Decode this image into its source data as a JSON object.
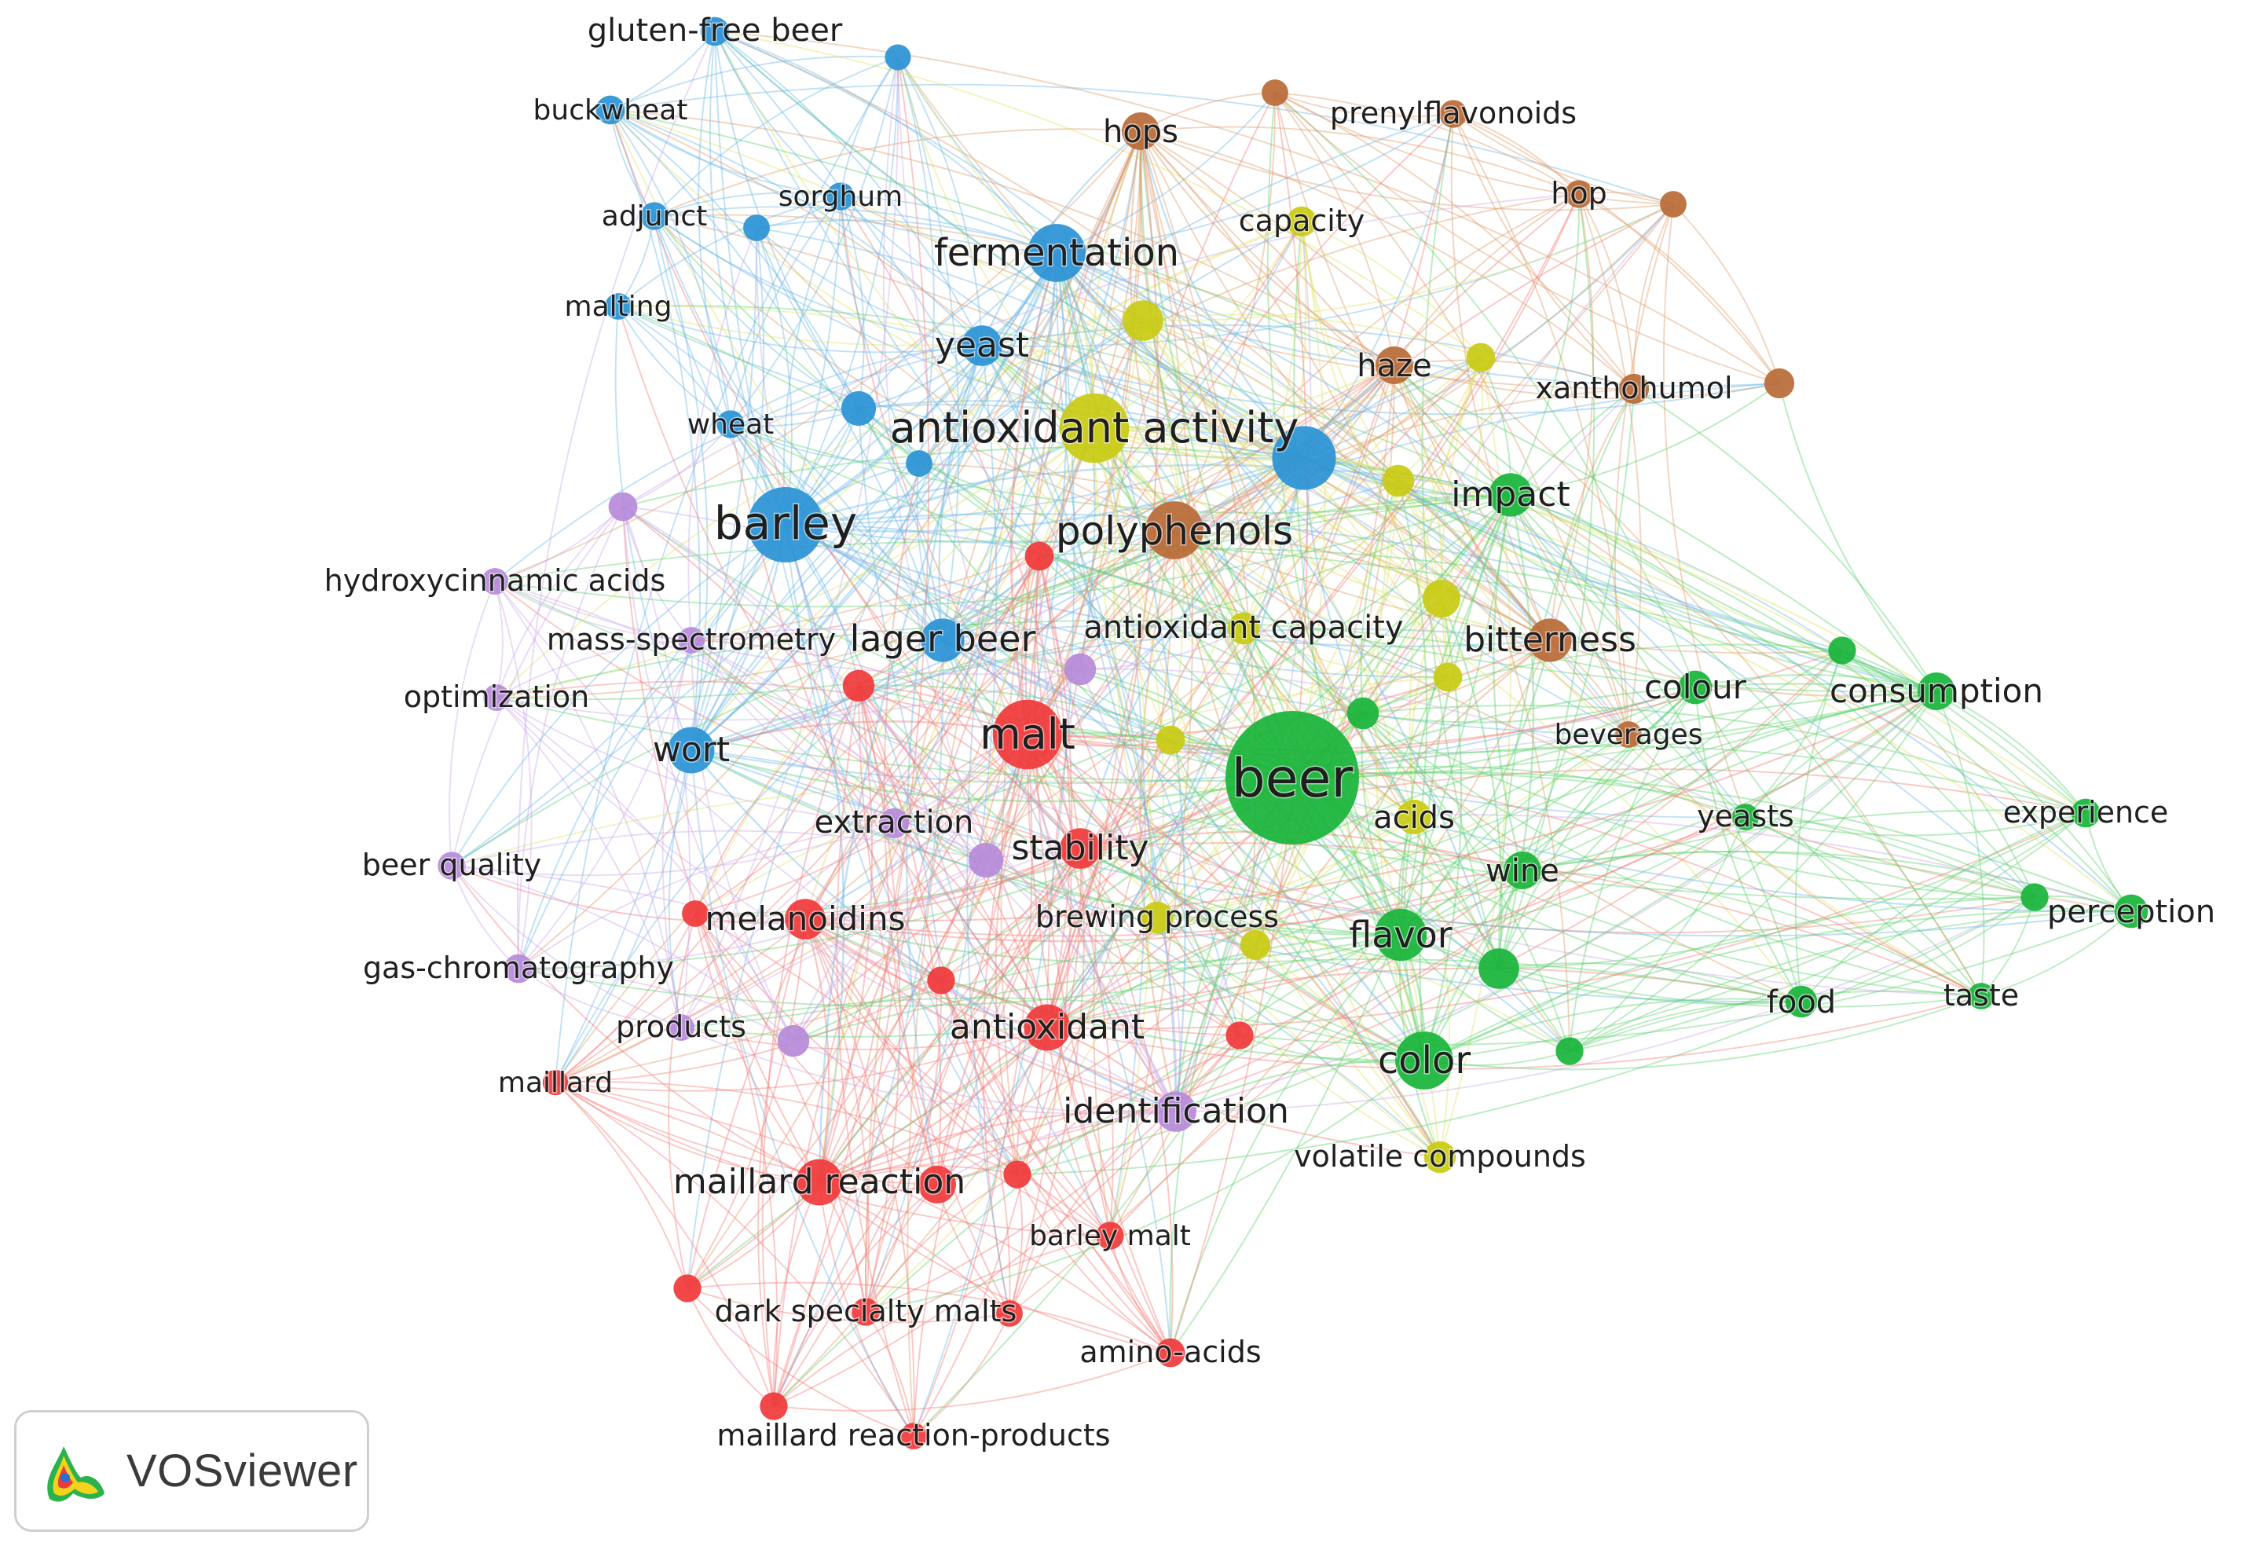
{
  "app": {
    "name": "VOSviewer"
  },
  "clusters": {
    "blue": "#2a93d5",
    "green": "#18b43a",
    "red": "#f0383a",
    "yellow": "#c9cb12",
    "brown": "#b86a37",
    "purple": "#b68ad9"
  },
  "link_colors": {
    "blue": "#6bb7e8",
    "green": "#5dd16d",
    "red": "#f47c76",
    "yellow": "#e0e36a",
    "brown": "#dd9a6a",
    "purple": "#caa9e8"
  },
  "nodes": [
    {
      "id": "gluten-free beer",
      "label": "gluten-free beer",
      "cluster": "blue",
      "weight": 2
    },
    {
      "id": "n-blue-1",
      "label": "",
      "cluster": "blue",
      "weight": 1.5
    },
    {
      "id": "buckwheat",
      "label": "buckwheat",
      "cluster": "blue",
      "weight": 2
    },
    {
      "id": "adjunct",
      "label": "adjunct",
      "cluster": "blue",
      "weight": 1.8
    },
    {
      "id": "sorghum",
      "label": "sorghum",
      "cluster": "blue",
      "weight": 1.8
    },
    {
      "id": "n-blue-2",
      "label": "",
      "cluster": "blue",
      "weight": 1.6
    },
    {
      "id": "malting",
      "label": "malting",
      "cluster": "blue",
      "weight": 1.6
    },
    {
      "id": "fermentation",
      "label": "fermentation",
      "cluster": "blue",
      "weight": 7
    },
    {
      "id": "yeast",
      "label": "yeast",
      "cluster": "blue",
      "weight": 4
    },
    {
      "id": "n-blue-3",
      "label": "",
      "cluster": "blue",
      "weight": 3
    },
    {
      "id": "wheat",
      "label": "wheat",
      "cluster": "blue",
      "weight": 1.8
    },
    {
      "id": "n-blue-4",
      "label": "",
      "cluster": "blue",
      "weight": 1.6
    },
    {
      "id": "n-blue-5",
      "label": "",
      "cluster": "blue",
      "weight": 8
    },
    {
      "id": "barley",
      "label": "barley",
      "cluster": "blue",
      "weight": 10
    },
    {
      "id": "lager beer",
      "label": "lager beer",
      "cluster": "blue",
      "weight": 4.5
    },
    {
      "id": "wort",
      "label": "wort",
      "cluster": "blue",
      "weight": 5
    },
    {
      "id": "hops",
      "label": "hops",
      "cluster": "brown",
      "weight": 3.5
    },
    {
      "id": "n-brown-1",
      "label": "",
      "cluster": "brown",
      "weight": 1.6
    },
    {
      "id": "prenylflavonoids",
      "label": "prenylflavonoids",
      "cluster": "brown",
      "weight": 1.8
    },
    {
      "id": "hop",
      "label": "hop",
      "cluster": "brown",
      "weight": 1.8
    },
    {
      "id": "n-brown-2",
      "label": "",
      "cluster": "brown",
      "weight": 1.6
    },
    {
      "id": "haze",
      "label": "haze",
      "cluster": "brown",
      "weight": 3.5
    },
    {
      "id": "xanthohumol",
      "label": "xanthohumol",
      "cluster": "brown",
      "weight": 2.2
    },
    {
      "id": "n-brown-3",
      "label": "",
      "cluster": "brown",
      "weight": 2.2
    },
    {
      "id": "polyphenols",
      "label": "polyphenols",
      "cluster": "brown",
      "weight": 7
    },
    {
      "id": "bitterness",
      "label": "bitterness",
      "cluster": "brown",
      "weight": 4.5
    },
    {
      "id": "beverages",
      "label": "beverages",
      "cluster": "brown",
      "weight": 1.6
    },
    {
      "id": "capacity",
      "label": "capacity",
      "cluster": "yellow",
      "weight": 2.2
    },
    {
      "id": "n-yellow-1",
      "label": "",
      "cluster": "yellow",
      "weight": 4
    },
    {
      "id": "n-yellow-2",
      "label": "",
      "cluster": "yellow",
      "weight": 2
    },
    {
      "id": "antioxidant activity",
      "label": "antioxidant activity",
      "cluster": "yellow",
      "weight": 9
    },
    {
      "id": "n-yellow-3",
      "label": "",
      "cluster": "yellow",
      "weight": 2.5
    },
    {
      "id": "antioxidant capacity",
      "label": "antioxidant capacity",
      "cluster": "yellow",
      "weight": 2.5
    },
    {
      "id": "n-yellow-4",
      "label": "",
      "cluster": "yellow",
      "weight": 3.5
    },
    {
      "id": "n-yellow-5",
      "label": "",
      "cluster": "yellow",
      "weight": 2
    },
    {
      "id": "n-yellow-6",
      "label": "",
      "cluster": "yellow",
      "weight": 2
    },
    {
      "id": "acids",
      "label": "acids",
      "cluster": "yellow",
      "weight": 3
    },
    {
      "id": "brewing process",
      "label": "brewing process",
      "cluster": "yellow",
      "weight": 2.5
    },
    {
      "id": "n-yellow-7",
      "label": "",
      "cluster": "yellow",
      "weight": 2.2
    },
    {
      "id": "volatile compounds",
      "label": "volatile compounds",
      "cluster": "yellow",
      "weight": 2.5
    },
    {
      "id": "impact",
      "label": "impact",
      "cluster": "green",
      "weight": 4.5
    },
    {
      "id": "n-green-1",
      "label": "",
      "cluster": "green",
      "weight": 2.5
    },
    {
      "id": "beer",
      "label": "beer",
      "cluster": "green",
      "weight": 20
    },
    {
      "id": "colour",
      "label": "colour",
      "cluster": "green",
      "weight": 2.8
    },
    {
      "id": "n-green-2",
      "label": "",
      "cluster": "green",
      "weight": 1.8
    },
    {
      "id": "consumption",
      "label": "consumption",
      "cluster": "green",
      "weight": 3.5
    },
    {
      "id": "yeasts",
      "label": "yeasts",
      "cluster": "green",
      "weight": 1.6
    },
    {
      "id": "experience",
      "label": "experience",
      "cluster": "green",
      "weight": 2
    },
    {
      "id": "wine",
      "label": "wine",
      "cluster": "green",
      "weight": 3.5
    },
    {
      "id": "n-green-3",
      "label": "",
      "cluster": "green",
      "weight": 1.8
    },
    {
      "id": "perception",
      "label": "perception",
      "cluster": "green",
      "weight": 2.8
    },
    {
      "id": "flavor",
      "label": "flavor",
      "cluster": "green",
      "weight": 6
    },
    {
      "id": "n-green-4",
      "label": "",
      "cluster": "green",
      "weight": 4
    },
    {
      "id": "food",
      "label": "food",
      "cluster": "green",
      "weight": 2.5
    },
    {
      "id": "taste",
      "label": "taste",
      "cluster": "green",
      "weight": 1.6
    },
    {
      "id": "n-green-5",
      "label": "",
      "cluster": "green",
      "weight": 1.8
    },
    {
      "id": "color",
      "label": "color",
      "cluster": "green",
      "weight": 7
    },
    {
      "id": "malt",
      "label": "malt",
      "cluster": "red",
      "weight": 9
    },
    {
      "id": "n-red-1",
      "label": "",
      "cluster": "red",
      "weight": 2
    },
    {
      "id": "n-red-2",
      "label": "",
      "cluster": "red",
      "weight": 2.5
    },
    {
      "id": "stability",
      "label": "stability",
      "cluster": "red",
      "weight": 4
    },
    {
      "id": "melanoidins",
      "label": "melanoidins",
      "cluster": "red",
      "weight": 4
    },
    {
      "id": "n-red-3",
      "label": "",
      "cluster": "red",
      "weight": 1.6
    },
    {
      "id": "n-red-4",
      "label": "",
      "cluster": "red",
      "weight": 1.8
    },
    {
      "id": "antioxidant",
      "label": "antioxidant",
      "cluster": "red",
      "weight": 5
    },
    {
      "id": "n-red-5",
      "label": "",
      "cluster": "red",
      "weight": 1.8
    },
    {
      "id": "maillard",
      "label": "maillard",
      "cluster": "red",
      "weight": 1.4
    },
    {
      "id": "maillard reaction",
      "label": "maillard reaction",
      "cluster": "red",
      "weight": 5
    },
    {
      "id": "n-red-6",
      "label": "",
      "cluster": "red",
      "weight": 3.5
    },
    {
      "id": "n-red-7",
      "label": "",
      "cluster": "red",
      "weight": 1.8
    },
    {
      "id": "barley malt",
      "label": "barley malt",
      "cluster": "red",
      "weight": 1.8
    },
    {
      "id": "n-red-8",
      "label": "",
      "cluster": "red",
      "weight": 1.8
    },
    {
      "id": "dark specialty malts",
      "label": "dark specialty malts",
      "cluster": "red",
      "weight": 1.8
    },
    {
      "id": "n-red-9",
      "label": "",
      "cluster": "red",
      "weight": 1.6
    },
    {
      "id": "amino-acids",
      "label": "amino-acids",
      "cluster": "red",
      "weight": 2
    },
    {
      "id": "n-red-10",
      "label": "",
      "cluster": "red",
      "weight": 1.8
    },
    {
      "id": "maillard reaction-products",
      "label": "maillard reaction-products",
      "cluster": "red",
      "weight": 1.6
    },
    {
      "id": "n-purple-1",
      "label": "",
      "cluster": "purple",
      "weight": 2
    },
    {
      "id": "hydroxycinnamic acids",
      "label": "hydroxycinnamic acids",
      "cluster": "purple",
      "weight": 1.6
    },
    {
      "id": "mass-spectrometry",
      "label": "mass-spectrometry",
      "cluster": "purple",
      "weight": 1.6
    },
    {
      "id": "optimization",
      "label": "optimization",
      "cluster": "purple",
      "weight": 1.6
    },
    {
      "id": "n-purple-2",
      "label": "",
      "cluster": "purple",
      "weight": 2.5
    },
    {
      "id": "extraction",
      "label": "extraction",
      "cluster": "purple",
      "weight": 2.2
    },
    {
      "id": "n-purple-3",
      "label": "",
      "cluster": "purple",
      "weight": 3
    },
    {
      "id": "beer quality",
      "label": "beer quality",
      "cluster": "purple",
      "weight": 1.8
    },
    {
      "id": "gas-chromatography",
      "label": "gas-chromatography",
      "cluster": "purple",
      "weight": 2
    },
    {
      "id": "products",
      "label": "products",
      "cluster": "purple",
      "weight": 1.6
    },
    {
      "id": "n-purple-4",
      "label": "",
      "cluster": "purple",
      "weight": 2.5
    },
    {
      "id": "identification",
      "label": "identification",
      "cluster": "purple",
      "weight": 4
    }
  ]
}
